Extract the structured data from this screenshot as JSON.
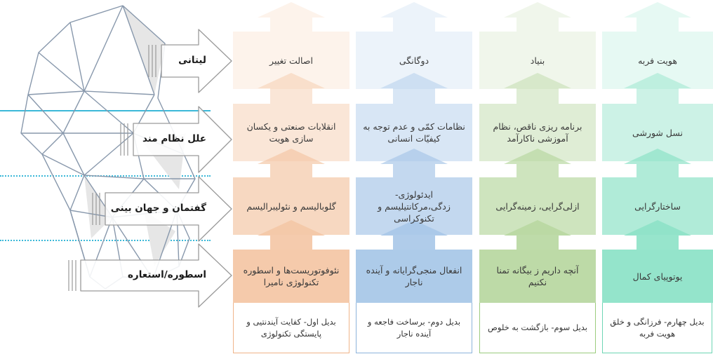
{
  "levels": {
    "litany": "لیتانی",
    "causes": "علل نظام مند",
    "discourse": "گفتمان و جهان بینی",
    "myth": "اسطوره/استعاره"
  },
  "columns": [
    {
      "litany": "اصالت تغییر",
      "causes": "انقلابات صنعتی و یکسان سازی هویت",
      "discourse": "گلوبالیسم و نئولیبرالیسم",
      "myth": "نئوفوتوریست‌ها و اسطوره تکنولوژی نامیرا",
      "scenario": "بدیل اول- کفایت آیندنتیی و پایستگی تکنولوژی",
      "color": "#f4c7a6"
    },
    {
      "litany": "دوگانگی",
      "causes": "نظامات کمّی و عدم توجه به کیفیّات انسانی",
      "discourse": "ایدئولوژی- زدگی،مرکانتیلیسم و تکنوکراسی",
      "myth": "انفعال منجی‌گرایانه و آینده ناجار",
      "scenario": "بدیل دوم- برساخت فاجعه و آینده ناجار",
      "color": "#a9c8e8"
    },
    {
      "litany": "بنیاد",
      "causes": "برنامه ریزی ناقص، نظام آموزشی ناکارآمد",
      "discourse": "ازلی‌گرایی، زمینه‌گرایی",
      "myth": "آنچه داریم ز بیگانه تمنا نکنیم",
      "scenario": "بدیل سوم- بازگشت به خلوص",
      "color": "#b9d8a2"
    },
    {
      "litany": "هویت فربه",
      "causes": "نسل شورشی",
      "discourse": "ساختارگرایی",
      "myth": "یوتوپیای کمال",
      "scenario": "بدیل چهارم- فرزانگی و خلق هویت فربه",
      "color": "#8ee3c8"
    }
  ]
}
